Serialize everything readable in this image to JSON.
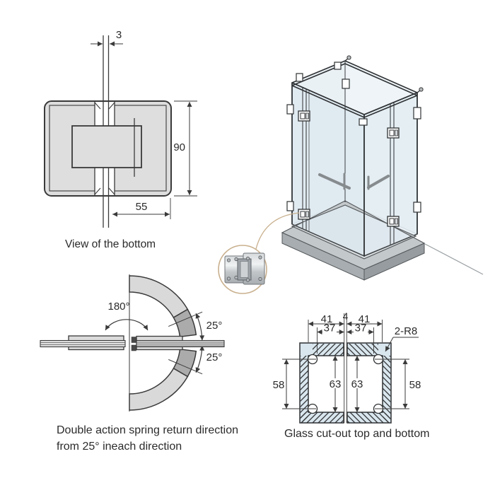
{
  "bottom_view": {
    "caption": "View of the bottom",
    "glass_thickness": "3",
    "body_height": "90",
    "body_width": "55"
  },
  "spring_diagram": {
    "swing_angle": "180°",
    "upper_angle": "25°",
    "lower_angle": "25°",
    "caption_line1": "Double action spring return direction",
    "caption_line2": "from 25° ineach direction"
  },
  "glass_cutout": {
    "caption": "Glass cut-out top and bottom",
    "left_outer_width": "41",
    "gap_width": "4",
    "right_outer_width": "41",
    "left_inner_width": "37",
    "right_inner_width": "37",
    "corner_radius_note": "2-R8",
    "left_height": "58",
    "left_inner_height": "63",
    "right_inner_height": "63",
    "right_height": "58"
  },
  "colors": {
    "line": "#3a3a3a",
    "glass_blue": "#d9e6ee",
    "hinge_gray": "#dcdcdc",
    "wedge_gray": "#ababab",
    "callout_ring": "#c9b08e"
  }
}
